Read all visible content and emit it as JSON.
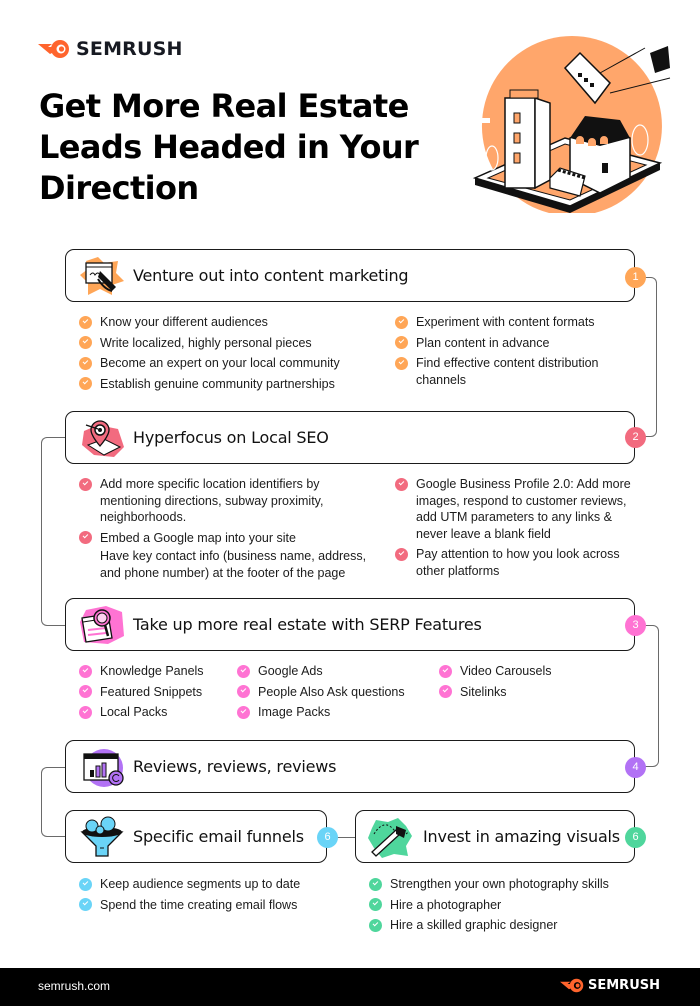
{
  "brand": {
    "name": "SEMRUSH",
    "accent": "#ff642d"
  },
  "title": "Get More Real Estate Leads Headed in Your Direction",
  "hero": {
    "icon": "real-estate-buildings-illustration",
    "bg_color": "#ffa66b"
  },
  "sections": [
    {
      "number": "1",
      "title": "Venture out into content marketing",
      "color": "#ffa657",
      "icon": "content-writing-icon",
      "items_left": [
        "Know your different audiences",
        "Write localized, highly personal pieces",
        "Become an expert on your local community",
        "Establish genuine community partnerships"
      ],
      "items_right": [
        "Experiment with content formats",
        "Plan content in advance",
        "Find effective content distribution channels"
      ]
    },
    {
      "number": "2",
      "title": "Hyperfocus on Local SEO",
      "color": "#f26b7f",
      "icon": "location-pin-icon",
      "items_left": [
        "Add more specific location identifiers by mentioning directions, subway proximity, neighborhoods.",
        "Embed a Google map into your site"
      ],
      "items_left_extra": "Have key contact info (business name, address, and phone number) at the footer of the page",
      "items_right": [
        "Google Business Profile 2.0: Add more images, respond to customer reviews, add UTM parameters to any links & never leave a blank field",
        "Pay attention to how you look across other platforms"
      ]
    },
    {
      "number": "3",
      "title": "Take up more real estate with SERP Features",
      "color": "#ff73d3",
      "icon": "serp-search-icon",
      "col1": [
        "Knowledge Panels",
        "Featured Snippets",
        "Local Packs"
      ],
      "col2": [
        "Google Ads",
        "People Also Ask questions",
        "Image Packs"
      ],
      "col3": [
        "Video Carousels",
        "Sitelinks"
      ]
    },
    {
      "number": "4",
      "title": "Reviews, reviews, reviews",
      "color": "#b272f5",
      "icon": "reviews-chart-icon"
    },
    {
      "number": "6",
      "title": "Specific email funnels",
      "color": "#6ad4f7",
      "icon": "email-funnel-icon",
      "items": [
        "Keep audience segments up to date",
        "Spend the time creating email flows"
      ]
    },
    {
      "number": "6",
      "title": "Invest in amazing visuals",
      "color": "#4fd69c",
      "icon": "camera-visuals-icon",
      "items": [
        "Strengthen your own photography skills",
        "Hire a photographer",
        "Hire a skilled graphic designer"
      ]
    }
  ],
  "footer": {
    "url": "semrush.com",
    "brand": "SEMRUSH"
  }
}
